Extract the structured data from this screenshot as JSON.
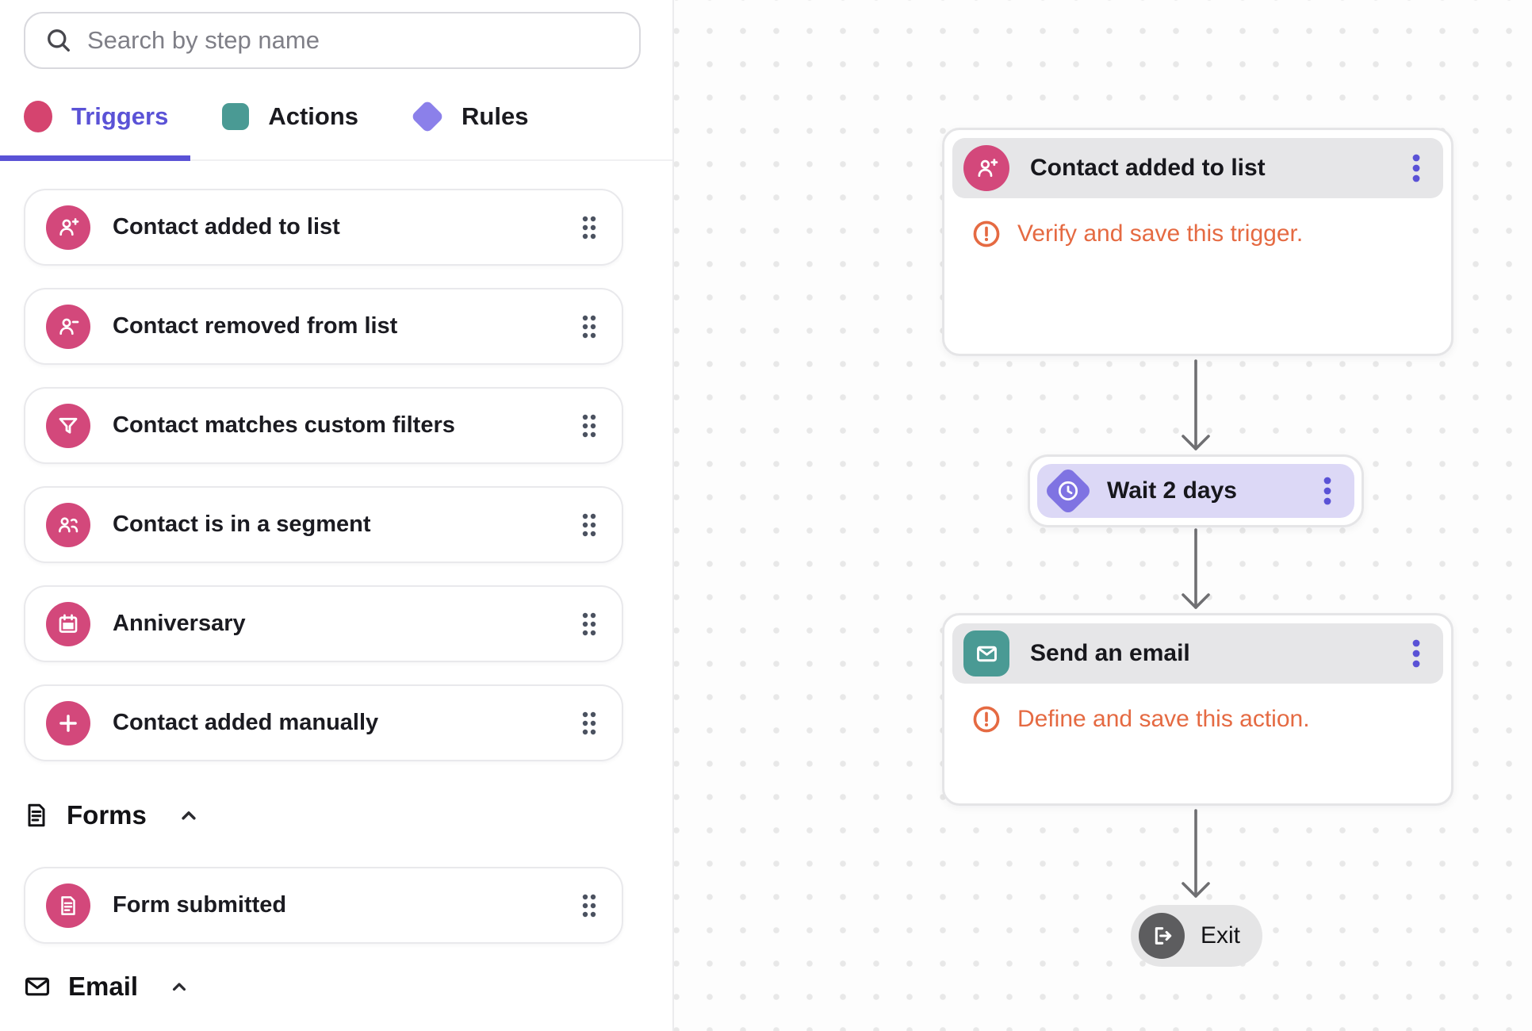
{
  "sidebar": {
    "search": {
      "placeholder": "Search by step name",
      "icon": "search-icon"
    },
    "tabs": [
      {
        "label": "Triggers",
        "icon": "trigger-dot-icon",
        "color": "#d5446f",
        "active": true
      },
      {
        "label": "Actions",
        "icon": "action-square-icon",
        "color": "#4a9a94",
        "active": false
      },
      {
        "label": "Rules",
        "icon": "rule-diamond-icon",
        "color": "#8b80ea",
        "active": false
      }
    ],
    "trigger_items": [
      {
        "label": "Contact added to list",
        "icon": "person-plus-icon"
      },
      {
        "label": "Contact removed from list",
        "icon": "person-minus-icon"
      },
      {
        "label": "Contact matches custom filters",
        "icon": "filter-icon"
      },
      {
        "label": "Contact is in a segment",
        "icon": "people-icon"
      },
      {
        "label": "Anniversary",
        "icon": "calendar-icon"
      },
      {
        "label": "Contact added manually",
        "icon": "plus-icon"
      }
    ],
    "sections": [
      {
        "label": "Forms",
        "icon": "document-icon",
        "chevron": "chevron-up-icon",
        "items": [
          {
            "label": "Form submitted",
            "icon": "form-document-icon"
          }
        ]
      },
      {
        "label": "Email",
        "icon": "envelope-icon",
        "chevron": "chevron-up-icon",
        "items": []
      }
    ]
  },
  "canvas": {
    "nodes": [
      {
        "title": "Contact added to list",
        "type": "trigger",
        "icon": "person-plus-icon",
        "menu": "kebab-menu-icon",
        "warning_icon": "warning-circle-icon",
        "warning": "Verify and save this trigger."
      },
      {
        "title": "Wait 2 days",
        "type": "rule",
        "icon": "clock-icon",
        "menu": "kebab-menu-icon"
      },
      {
        "title": "Send an email",
        "type": "action",
        "icon": "envelope-icon",
        "menu": "kebab-menu-icon",
        "warning_icon": "warning-circle-icon",
        "warning": "Define and save this action."
      },
      {
        "title": "Exit",
        "type": "exit",
        "icon": "exit-icon"
      }
    ]
  },
  "colors": {
    "pink": "#d3487b",
    "teal": "#4a9a94",
    "purple_light": "#8b80ea",
    "purple_accent": "#5a52d6",
    "wait_fill": "#dcd8f6",
    "wait_icon": "#7f73e2",
    "orange_warning": "#e56a42",
    "node_header_gray": "#e6e6e8",
    "exit_gray": "#e5e5e6",
    "arrow_gray": "#6f6f72"
  }
}
